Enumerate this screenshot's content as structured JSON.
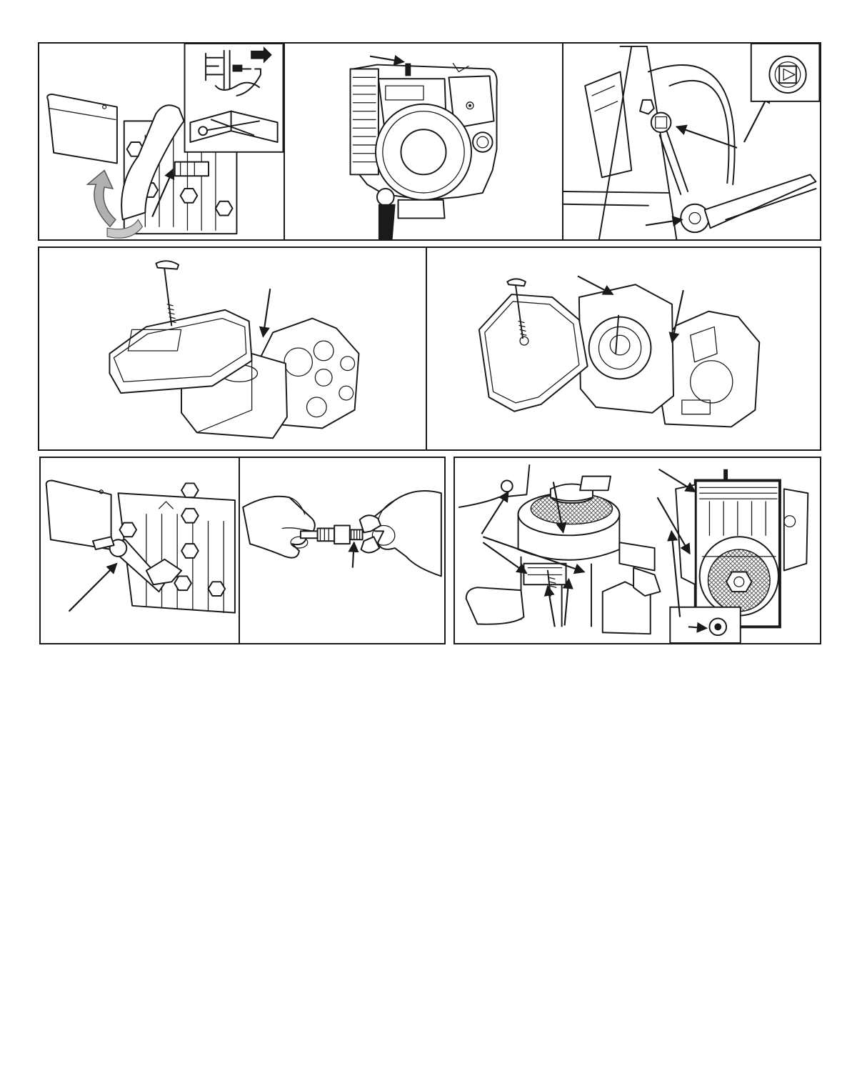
{
  "page": {
    "description_free": true
  },
  "colors": {
    "ink": "#1a1a1a",
    "paper": "#ffffff",
    "gray_arrow": "#9a9a9a"
  },
  "panels": [
    {
      "id": "spark-plug-wire",
      "icons": [
        "shield-icon",
        "manual-icon",
        "arrow-icon"
      ]
    },
    {
      "id": "engine-front",
      "icons": [
        "arrow-icon"
      ]
    },
    {
      "id": "drain-plug",
      "icons": [
        "square-socket-icon",
        "arrow-icon"
      ]
    },
    {
      "id": "air-filter-foam",
      "icons": [
        "screw-icon",
        "arrow-icon"
      ]
    },
    {
      "id": "air-filter-pleated",
      "icons": [
        "screw-icon",
        "arrow-icon"
      ]
    },
    {
      "id": "spark-plug-removal",
      "icons": [
        "wrench-icon",
        "arrow-icon"
      ]
    },
    {
      "id": "spark-plug-gap",
      "icons": [
        "hand-icon",
        "arrow-icon"
      ]
    },
    {
      "id": "cooling-cleaning",
      "icons": [
        "arrow-icon",
        "screen-icon"
      ]
    }
  ]
}
